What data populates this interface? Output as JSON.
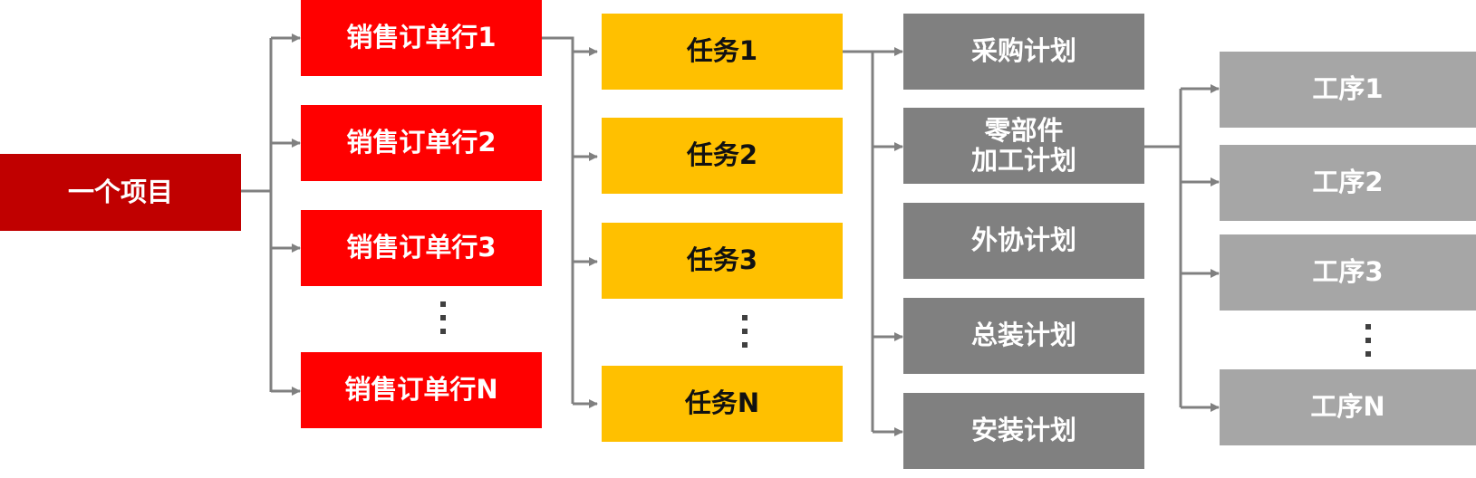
{
  "project": {
    "label": "一个项目"
  },
  "sales_lines": [
    "销售订单行1",
    "销售订单行2",
    "销售订单行3",
    "销售订单行N"
  ],
  "tasks": [
    "任务1",
    "任务2",
    "任务3",
    "任务N"
  ],
  "plans": [
    "采购计划",
    "零部件\n加工计划",
    "外协计划",
    "总装计划",
    "安装计划"
  ],
  "procedures": [
    "工序1",
    "工序2",
    "工序3",
    "工序N"
  ],
  "colors": {
    "project": "#C00000",
    "sales": "#FF0000",
    "task": "#FFC000",
    "plan": "#808080",
    "procedure": "#A6A6A6",
    "connector": "#808080"
  }
}
